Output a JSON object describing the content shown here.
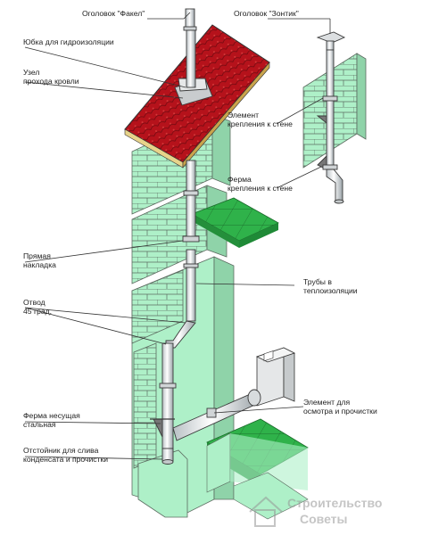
{
  "labels": {
    "fakel": "Оголовок \"Факел\"",
    "zontik": "Оголовок \"Зонтик\"",
    "yubka": "Юбка для гидроизоляции",
    "uzel": "Узел\nпрохода кровли",
    "element_krepleniya": "Элемент\nкрепления к стене",
    "ferma_krepleniya": "Ферма\nкрепления к стене",
    "pryamaya": "Прямая\nнакладка",
    "truby": "Трубы в\nтеплоизоляции",
    "otvod": "Отвод\n45 град.",
    "element_osmotra": "Элемент для\nосмотра и прочистки",
    "ferma_nesushaya": "Ферма несущая\nстальная",
    "otstoinik": "Отстойник для слива\nконденсата и прочистки"
  },
  "watermark": {
    "line1": "Строительство",
    "line2": "Советы"
  },
  "colors": {
    "wall": "#aef0c8",
    "brick_line": "#5c6b60",
    "floor": "#2fb24a",
    "roof": "#b5121b",
    "roof_edge": "#e7d38a",
    "pipe": "#e9ecee",
    "pipe_line": "#3a3a3a",
    "leader": "#333333"
  }
}
